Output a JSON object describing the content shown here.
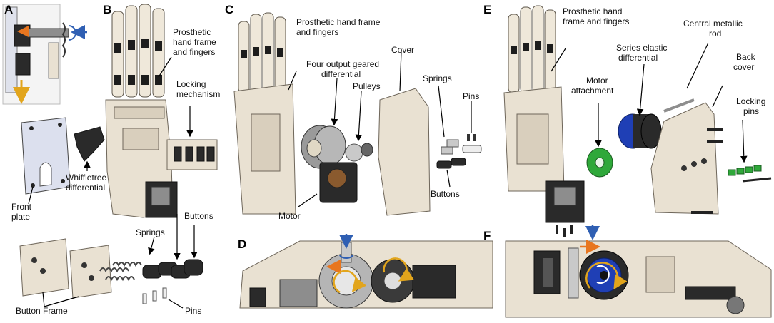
{
  "panels": {
    "a": "A",
    "b": "B",
    "c": "C",
    "d": "D",
    "e": "E",
    "f": "F"
  },
  "labels": {
    "b_frame": [
      "Prosthetic",
      "hand frame",
      "and fingers"
    ],
    "b_locking": [
      "Locking",
      "mechanism"
    ],
    "b_whiffletree": [
      "Whiffletree",
      "differential"
    ],
    "b_front_plate": [
      "Front",
      "plate"
    ],
    "b_springs": "Springs",
    "b_buttons": "Buttons",
    "b_button_frame": "Button Frame",
    "b_pins": "Pins",
    "c_frame": [
      "Prosthetic hand frame",
      "and fingers"
    ],
    "c_cover": "Cover",
    "c_differential": [
      "Four output geared",
      "differential"
    ],
    "c_pulleys": "Pulleys",
    "c_springs": "Springs",
    "c_pins": "Pins",
    "c_buttons": "Buttons",
    "c_motor": "Motor",
    "e_frame": [
      "Prosthetic hand",
      "frame and fingers"
    ],
    "e_rod": [
      "Central metallic",
      "rod"
    ],
    "e_series": [
      "Series elastic",
      "differential"
    ],
    "e_back_cover": [
      "Back",
      "cover"
    ],
    "e_motor_attach": [
      "Motor",
      "attachment"
    ],
    "e_locking_pins": [
      "Locking",
      "pins"
    ]
  },
  "colors": {
    "beige": "#e9e1d2",
    "dark": "#2a2a2a",
    "blue_arrow": "#2f5fb3",
    "orange_arrow": "#e8761f",
    "yellow_arrow": "#e2a51c",
    "green_part": "#2fa83a",
    "blue_part": "#1f3fb5",
    "plate_blue": "#dce0ee"
  }
}
